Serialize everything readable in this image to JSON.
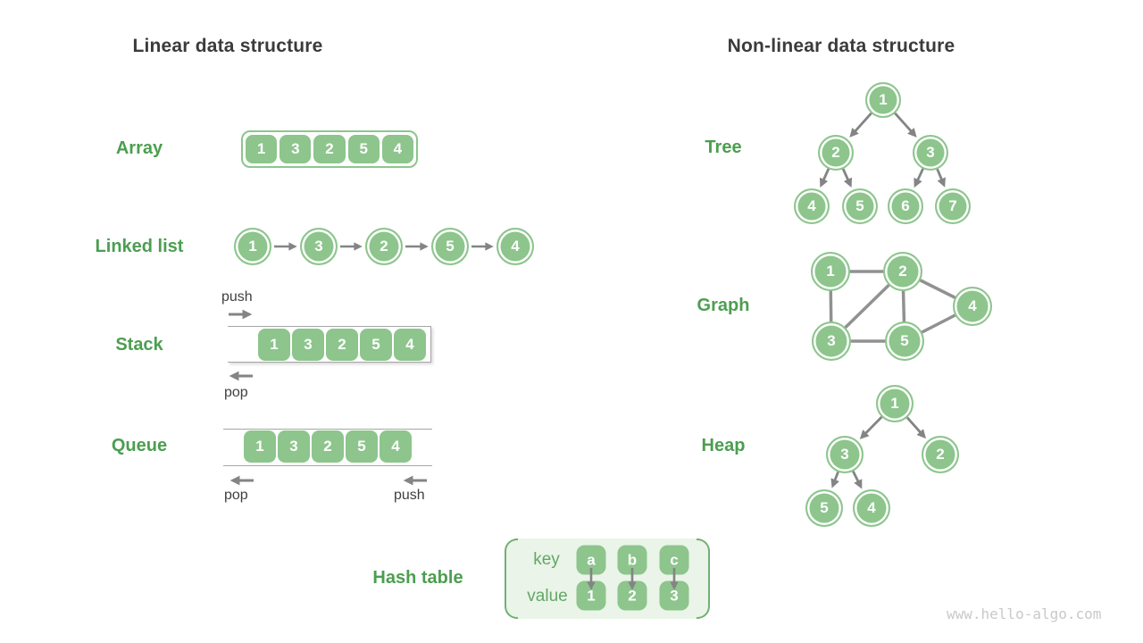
{
  "colors": {
    "node_green": "#8dc58d",
    "label_green": "#4c9e50",
    "soft_green": "#63a766",
    "panel_bg": "#eaf4e8",
    "bracket_green": "#72b075",
    "title_dark": "#3b3b3b",
    "arrow_gray": "#848484",
    "graph_edge_gray": "#919191",
    "box_line_gray": "#a6a6a6",
    "pushpop_text": "#3f3f3f",
    "watermark_gray": "#c9c9c9"
  },
  "left": {
    "title": "Linear data structure",
    "array": {
      "label": "Array",
      "cells": [
        "1",
        "3",
        "2",
        "5",
        "4"
      ]
    },
    "linked_list": {
      "label": "Linked list",
      "nodes": [
        "1",
        "3",
        "2",
        "5",
        "4"
      ]
    },
    "stack": {
      "label": "Stack",
      "cells": [
        "1",
        "3",
        "2",
        "5",
        "4"
      ],
      "push": "push",
      "pop": "pop"
    },
    "queue": {
      "label": "Queue",
      "cells": [
        "1",
        "3",
        "2",
        "5",
        "4"
      ],
      "push": "push",
      "pop": "pop"
    },
    "hash_table": {
      "label": "Hash table",
      "key_header": "key",
      "value_header": "value",
      "keys": [
        "a",
        "b",
        "c"
      ],
      "values": [
        "1",
        "2",
        "3"
      ]
    }
  },
  "right": {
    "title": "Non-linear data structure",
    "tree": {
      "label": "Tree",
      "nodes": [
        "1",
        "2",
        "3",
        "4",
        "5",
        "6",
        "7"
      ],
      "edges": [
        [
          0,
          1
        ],
        [
          0,
          2
        ],
        [
          1,
          3
        ],
        [
          1,
          4
        ],
        [
          2,
          5
        ],
        [
          2,
          6
        ]
      ]
    },
    "graph": {
      "label": "Graph",
      "nodes": [
        "1",
        "2",
        "3",
        "4",
        "5"
      ],
      "edges": [
        [
          0,
          1
        ],
        [
          0,
          2
        ],
        [
          1,
          2
        ],
        [
          1,
          3
        ],
        [
          1,
          4
        ],
        [
          2,
          4
        ],
        [
          4,
          3
        ]
      ]
    },
    "heap": {
      "label": "Heap",
      "nodes": [
        "1",
        "3",
        "2",
        "5",
        "4"
      ],
      "edges": [
        [
          0,
          1
        ],
        [
          0,
          2
        ],
        [
          1,
          3
        ],
        [
          1,
          4
        ]
      ]
    }
  },
  "watermark": "www.hello-algo.com"
}
